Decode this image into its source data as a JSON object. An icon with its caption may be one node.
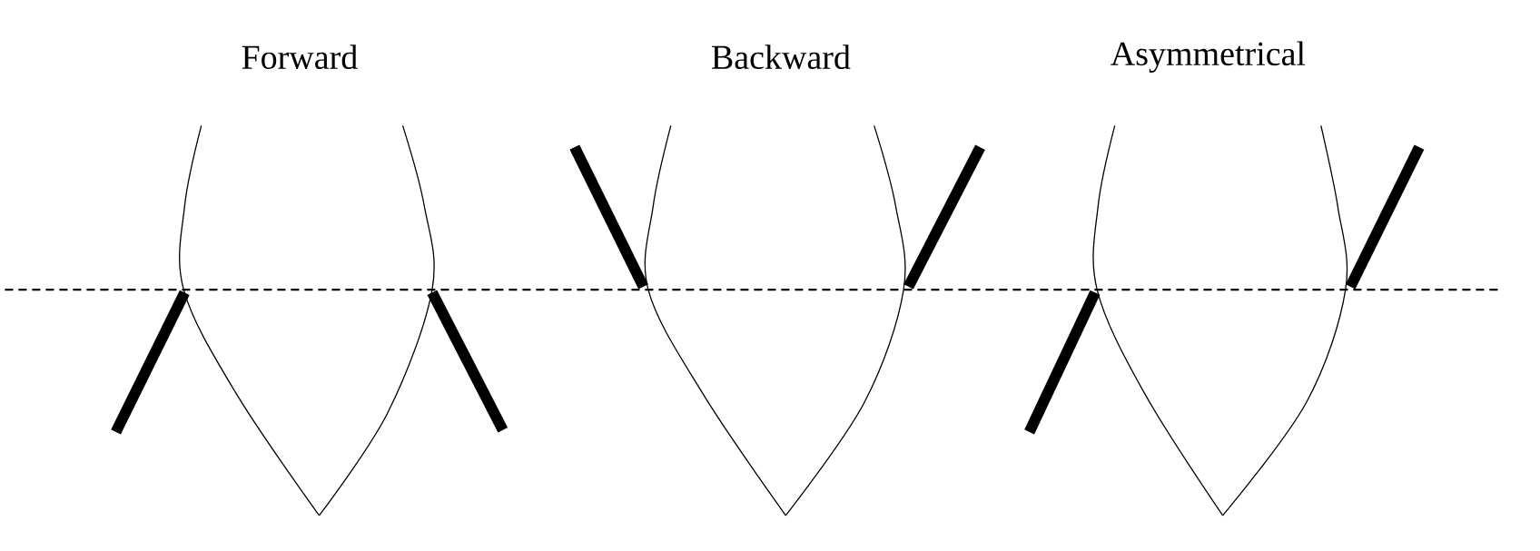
{
  "diagram": {
    "labels": [
      "Forward",
      "Backward",
      "Asymmetrical"
    ]
  }
}
